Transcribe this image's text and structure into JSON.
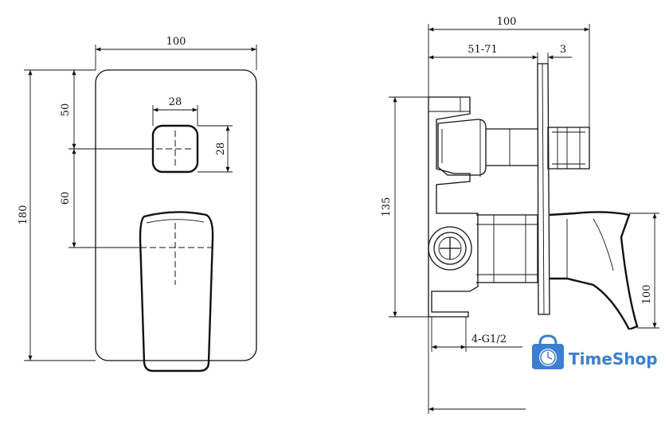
{
  "front_view": {
    "width_label": "100",
    "height_label": "180",
    "top_offset_label": "50",
    "mid_offset_label": "60",
    "knob_width_label": "28",
    "knob_height_label": "28"
  },
  "side_view": {
    "depth_label": "100",
    "range_label": "51-71",
    "plate_label": "3",
    "height_label": "135",
    "handle_label": "100",
    "thread_label": "4-G1/2"
  },
  "watermark": {
    "brand": "TimeShop",
    "color": "#3b7fd0"
  }
}
